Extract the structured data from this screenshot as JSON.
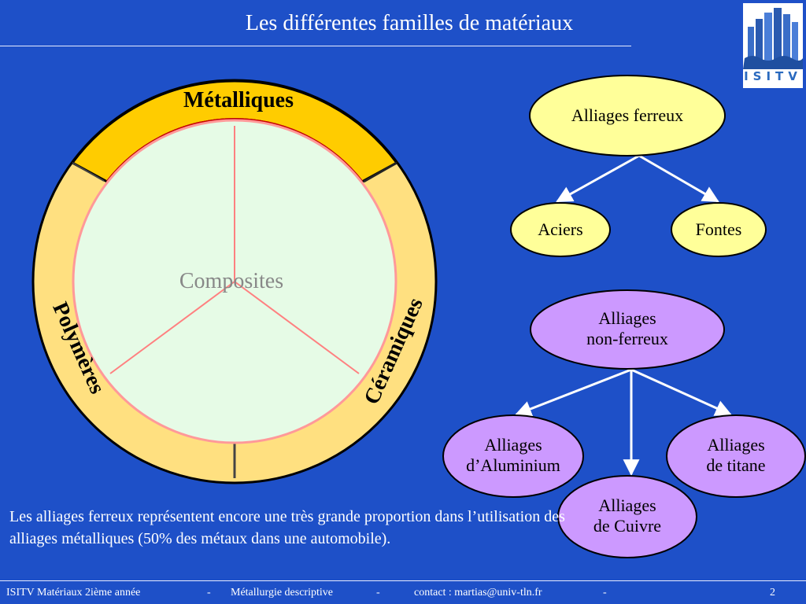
{
  "slide": {
    "title": "Les différentes familles de matériaux"
  },
  "logo": {
    "text": "ISITV"
  },
  "ring": {
    "top_label": "Métalliques",
    "left_label": "Polymères",
    "right_label": "Céramiques",
    "center_label": "Composites"
  },
  "tree_ferrous": {
    "root": "Alliages ferreux",
    "children": [
      "Aciers",
      "Fontes"
    ]
  },
  "tree_nonferrous": {
    "root_line1": "Alliages",
    "root_line2": "non-ferreux",
    "children": [
      {
        "line1": "Alliages",
        "line2": "d’Aluminium"
      },
      {
        "line1": "Alliages",
        "line2": "de Cuivre"
      },
      {
        "line1": "Alliages",
        "line2": "de titane"
      }
    ]
  },
  "paragraph": "Les alliages ferreux représentent encore une très grande proportion dans l’utilisation des alliages métalliques (50% des métaux dans une automobile).",
  "footer": {
    "course": "ISITV Matériaux 2ième année",
    "sep1": "-",
    "topic": "Métallurgie descriptive",
    "sep2": "-",
    "contact": "contact : martias@univ-tln.fr",
    "sep3": "-",
    "page": "2"
  },
  "colors": {
    "background": "#1e50c8",
    "ferrous_fill": "#ffff99",
    "nonferrous_fill": "#cc99ff",
    "ring_gold": "#ffcc00",
    "ring_light": "#ffe080",
    "center_fill": "#e6fbe6"
  }
}
